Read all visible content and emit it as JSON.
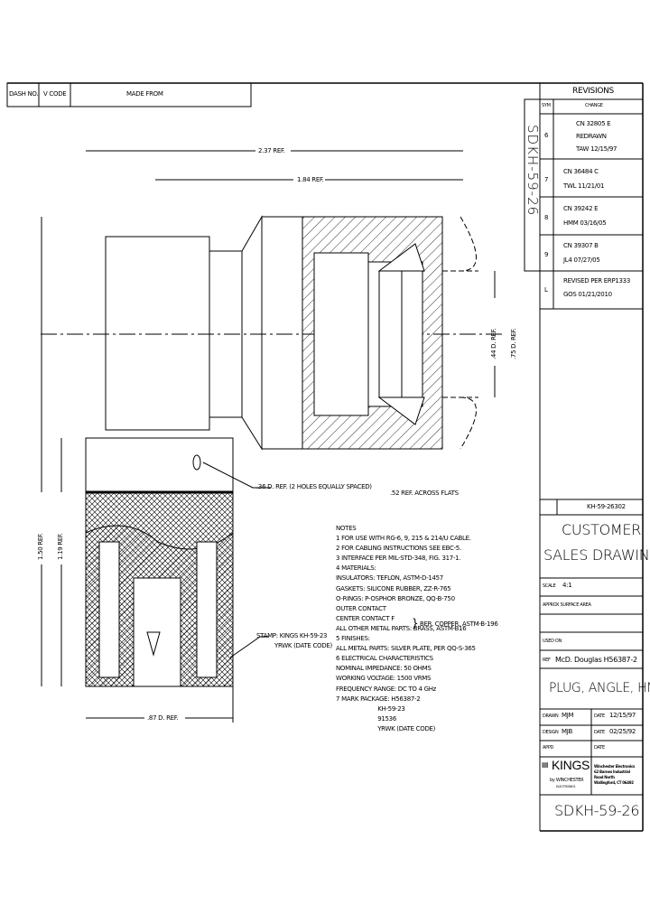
{
  "header_block": {
    "dash_no": "DASH NO.",
    "v_code": "V CODE",
    "made_from": "MADE FROM"
  },
  "revisions": {
    "title": "REVISIONS",
    "col_sym": "SYM",
    "col_change": "CHANGE",
    "rows": [
      {
        "sym": "6",
        "lines": [
          "CN 32805 E",
          "REDRAWN",
          "TAW 12/15/97"
        ]
      },
      {
        "sym": "7",
        "lines": [
          "CN 36484 C",
          "TWL 11/21/01"
        ]
      },
      {
        "sym": "8",
        "lines": [
          "CN 39242 E",
          "HMM 03/16/05"
        ]
      },
      {
        "sym": "9",
        "lines": [
          "CN 39307 B",
          "JL4 07/27/05"
        ]
      },
      {
        "sym": "L",
        "lines": [
          "REVISED PER ERP1333",
          "GOS 01/21/2010"
        ]
      }
    ]
  },
  "side_part_number": "SDKH-59-26",
  "dimensions": {
    "overall_length": "2.37 REF.",
    "body_length": "1.84 REF.",
    "inner_dia": ".44 D. REF.",
    "outer_dia": ".75 D. REF.",
    "overall_height": "1.50 REF.",
    "lower_height": "1.19 REF.",
    "lower_dia": ".87 D. REF.",
    "holes": ".36 D. REF. (2 HOLES EQUALLY SPACED)",
    "flats": ".52 REF. ACROSS FLATS",
    "stamp": [
      "STAMP: KINGS KH-59-23",
      "YRWK (DATE CODE)"
    ]
  },
  "notes": {
    "title": "NOTES",
    "lines": [
      "1  FOR USE WITH RG-6, 9, 215 & 214/U CABLE.",
      "2  FOR CABLING INSTRUCTIONS SEE EBC-5.",
      "3  INTERFACE PER MIL-STD-348, FIG. 317-1.",
      "4  MATERIALS:",
      "      INSULATORS: TEFLON, ASTM-D-1457",
      "      GASKETS: SILICONE RUBBER, ZZ-R-765",
      "      O-RINGS: P-OSPHOR BRONZE, QQ-B-750",
      "      OUTER CONTACT",
      "      CENTER CONTACT F",
      "      ALL OTHER METAL PARTS: BRASS, ASTM-B16",
      "5  FINISHES:",
      "      ALL METAL PARTS: SILVER PLATE, PER QQ-S-365",
      "6  ELECTRICAL CHARACTERISTICS",
      "      NOMINAL IMPEDANCE: 50 OHMS",
      "      WORKING VOLTAGE: 1500 VRMS",
      "      FREQUENCY RANGE: DC TO 4 GHz",
      "7  MARK PACKAGE:  H56387-2",
      "                        KH-59-23",
      "                        91536",
      "                        YRWK (DATE CODE)"
    ],
    "contact_material": "BER. COPPER, ASTM-B-196"
  },
  "title_block": {
    "drawing_ref": "KH-59-26302",
    "doc_type": [
      "CUSTOMER",
      "SALES DRAWING"
    ],
    "scale_label": "SCALE",
    "scale": "4:1",
    "surface_area_label": "APPROX SURFACE AREA",
    "used_on_label": "USED ON",
    "ref_label": "REF",
    "ref": "McD. Douglas H56387-2",
    "title": "PLUG, ANGLE, HN",
    "drawn_label": "DRAWN",
    "drawn": "MJM",
    "design_label": "DESIGN",
    "design": "MJB",
    "appd_label": "APPD",
    "date_label": "DATE",
    "drawn_date": "12/15/97",
    "design_date": "02/25/92",
    "company": "KINGS",
    "company_sub": "by WINCHESTER",
    "company_sub2": "ELECTRONICS",
    "address": [
      "Winchester Electronics",
      "62 Barnes Industrial",
      "Road North",
      "Wallingford, CT 06492"
    ],
    "part_number": "SDKH-59-26"
  }
}
